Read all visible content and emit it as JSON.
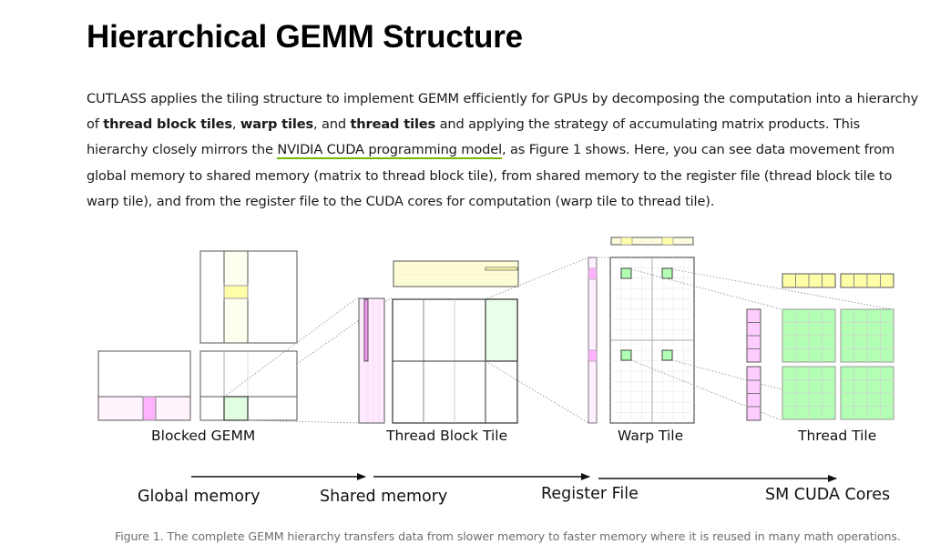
{
  "heading": "Hierarchical GEMM Structure",
  "paragraph": {
    "p1": "CUTLASS applies the tiling structure to implement GEMM efficiently for GPUs by decomposing the computation into a hierarchy of ",
    "b1": "thread block tiles",
    "p2": ", ",
    "b2": "warp tiles",
    "p3": ", and ",
    "b3": "thread tiles",
    "p4": " and applying the strategy of accumulating matrix products. This hierarchy closely mirrors the ",
    "link": "NVIDIA CUDA programming model",
    "p5": ", as Figure 1 shows. Here, you can see data movement from global memory to shared memory (matrix to thread block tile), from shared memory to the register file (thread block tile to warp tile), and from the register file to the CUDA cores for computation (warp tile to thread tile)."
  },
  "figure": {
    "tile_labels": [
      "Blocked GEMM",
      "Thread Block Tile",
      "Warp Tile",
      "Thread Tile"
    ],
    "memory_labels": [
      "Global memory",
      "Shared memory",
      "Register File",
      "SM CUDA Cores"
    ],
    "caption": "Figure 1. The complete GEMM hierarchy transfers data from slower memory to faster memory where it is reused in many math operations.",
    "colors": {
      "a_tile": "#ffb3ff",
      "a_tile_light": "#ffeeff",
      "b_tile": "#ffffaa",
      "b_tile_light": "#fffff0",
      "c_tile": "#b3ffb3",
      "c_tile_light": "#e8ffe8",
      "outline": "#444444",
      "link_underline": "#76b900"
    }
  }
}
